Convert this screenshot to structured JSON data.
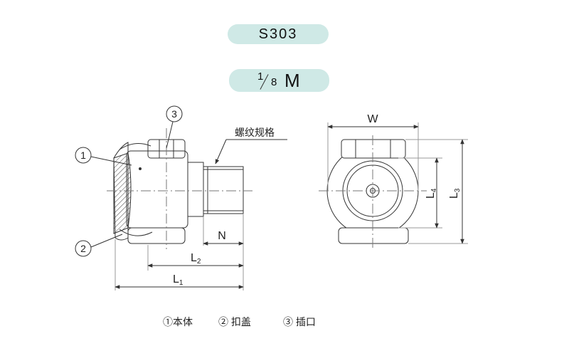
{
  "model": "S303",
  "size": {
    "numerator": "1",
    "denominator": "8",
    "unit": "M"
  },
  "callouts": [
    "1",
    "2",
    "3"
  ],
  "thread_label": "螺纹规格",
  "dimensions": {
    "N": "N",
    "L2": "L",
    "L2_sub": "2",
    "L1": "L",
    "L1_sub": "1",
    "W": "W",
    "L4": "L",
    "L4_sub": "4",
    "L3": "L",
    "L3_sub": "3"
  },
  "legend": {
    "item1": "①本体",
    "item2": "② 扣盖",
    "item3": "③ 插口"
  },
  "colors": {
    "pill": "#cfe9e6",
    "line": "#333333"
  }
}
